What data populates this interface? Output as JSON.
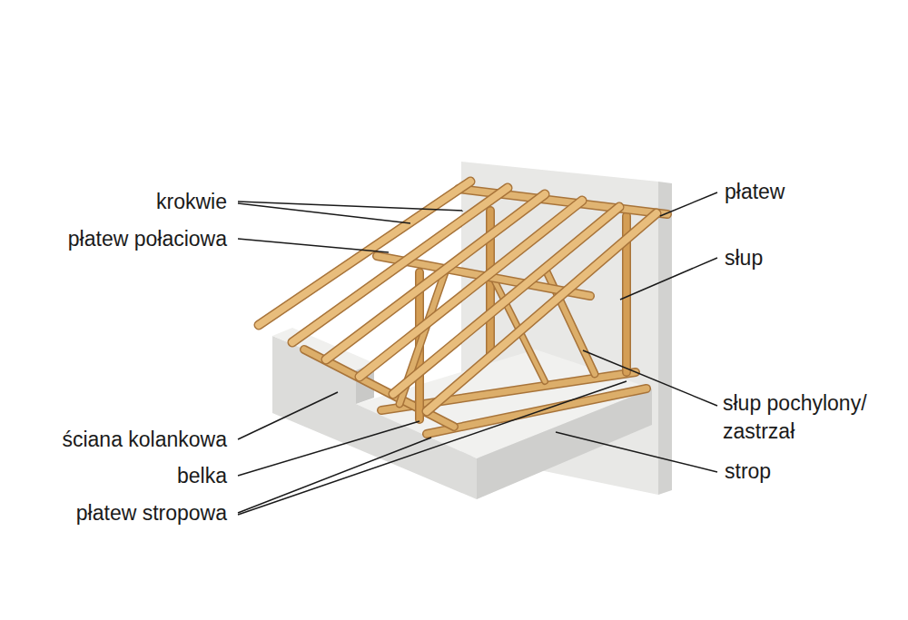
{
  "diagram": {
    "labels": [
      "krokwie",
      "płatew połaciowa",
      "ściana kolankowa",
      "belka",
      "płatew stropowa",
      "płatew",
      "słup",
      "słup pochylony/ zastrzał",
      "strop"
    ]
  }
}
